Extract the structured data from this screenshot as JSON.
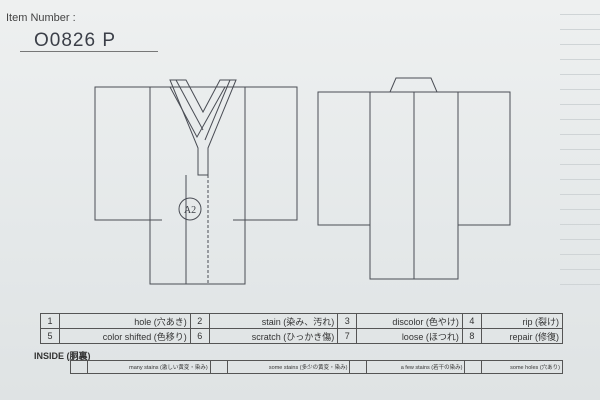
{
  "header": {
    "item_label": "Item Number :",
    "item_number": "O0826  P"
  },
  "diagram": {
    "mark_label": "A2"
  },
  "legend": {
    "rows": [
      [
        {
          "num": "1",
          "label": "hole (穴あき)"
        },
        {
          "num": "2",
          "label": "stain (染み、汚れ)"
        },
        {
          "num": "3",
          "label": "discolor (色やけ)"
        },
        {
          "num": "4",
          "label": "rip (裂け)"
        }
      ],
      [
        {
          "num": "5",
          "label": "color shifted (色移り)"
        },
        {
          "num": "6",
          "label": "scratch (ひっかき傷)"
        },
        {
          "num": "7",
          "label": "loose (ほつれ)"
        },
        {
          "num": "8",
          "label": "repair (修復)"
        }
      ]
    ]
  },
  "inside": {
    "title": "INSIDE (胴裏)",
    "items": [
      "many stains (激しい黄変・染み)",
      "some stains (多少の黄変・染み)",
      "a few stains (若干の染み)",
      "some holes (穴あり)"
    ]
  }
}
